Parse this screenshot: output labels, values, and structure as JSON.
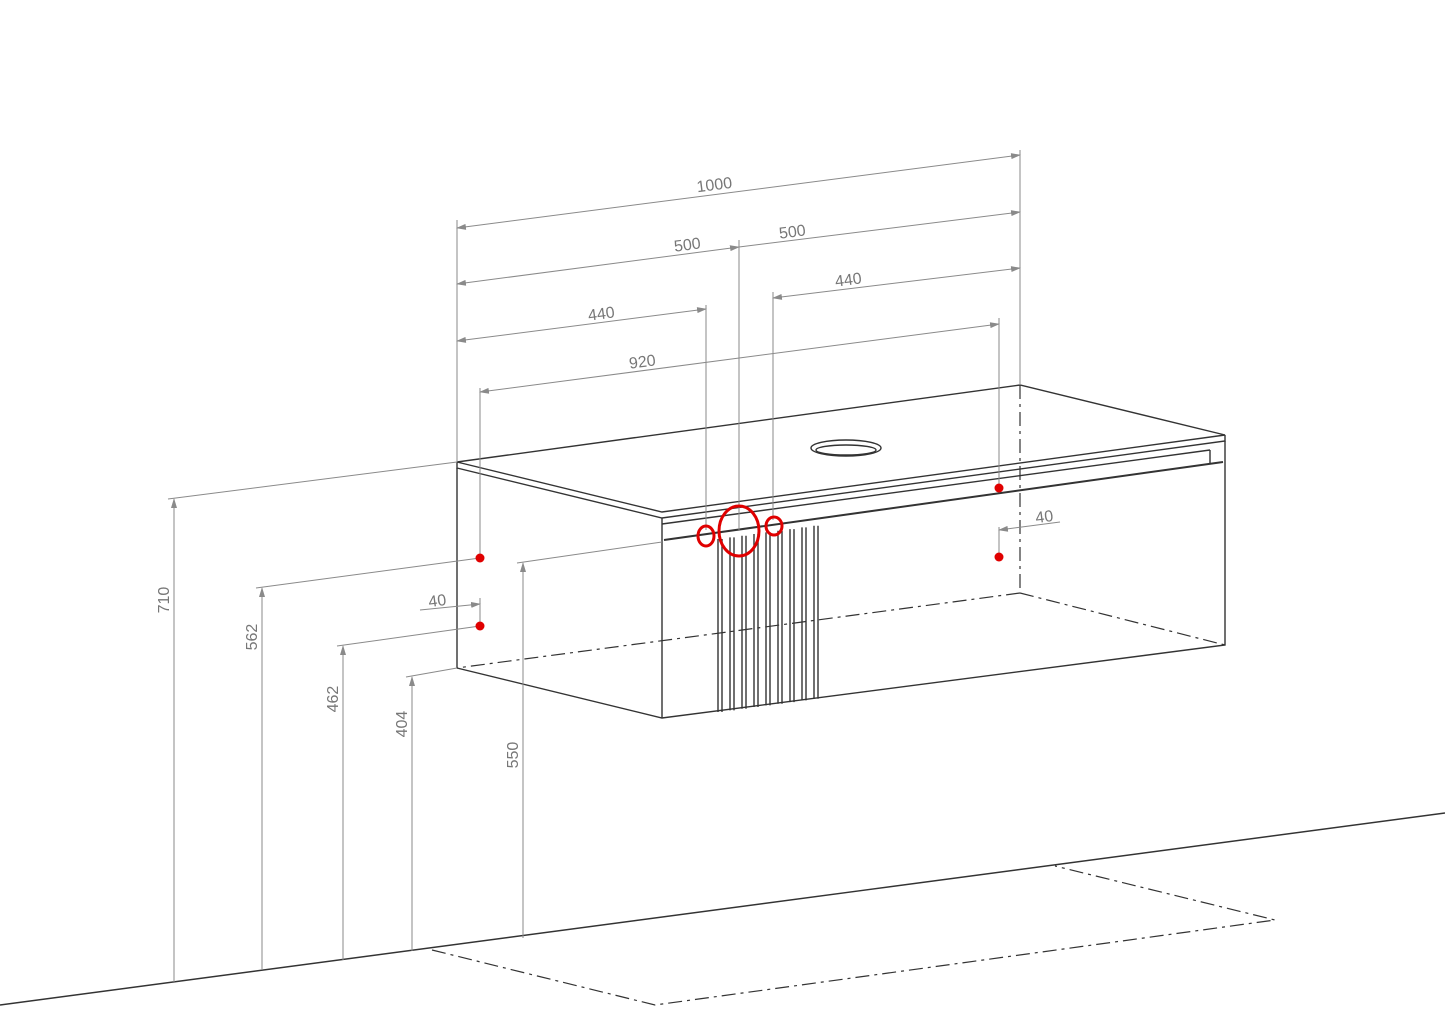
{
  "dimensions": {
    "total_width": "1000",
    "half_left": "500",
    "half_right": "500",
    "offset_left": "440",
    "offset_right": "440",
    "mount_span": "920",
    "inset_left": "40",
    "inset_right": "40",
    "height_top": "710",
    "height_upper_mount": "562",
    "height_lower_mount": "462",
    "height_bottom": "404",
    "height_drain": "550"
  },
  "colors": {
    "markers": "#e00000",
    "lines": "#333333",
    "dimension_lines": "#8a8a8a"
  }
}
